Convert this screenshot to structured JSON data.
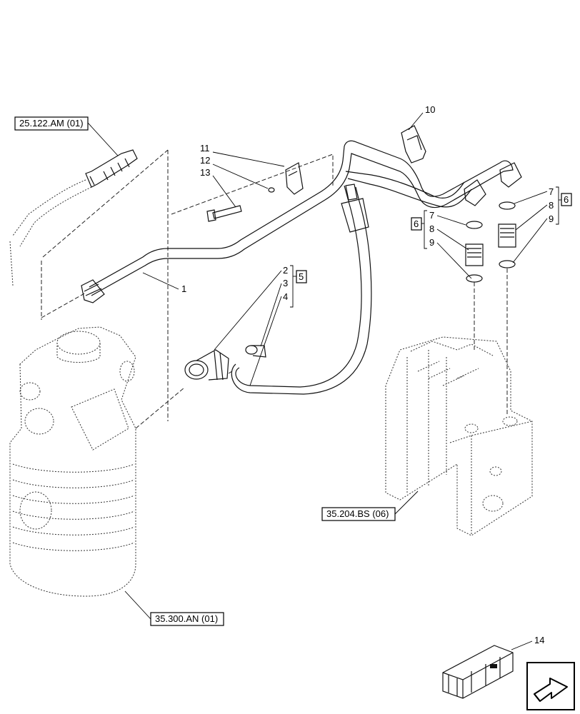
{
  "references": [
    {
      "id": "ref-top-left",
      "text": "25.122.AM (01)"
    },
    {
      "id": "ref-valve",
      "text": "35.204.BS (06)"
    },
    {
      "id": "ref-filter",
      "text": "35.300.AN (01)"
    }
  ],
  "callouts": [
    {
      "id": "c1",
      "text": "1"
    },
    {
      "id": "c2",
      "text": "2"
    },
    {
      "id": "c3",
      "text": "3"
    },
    {
      "id": "c4",
      "text": "4"
    },
    {
      "id": "c5",
      "text": "5"
    },
    {
      "id": "c6a",
      "text": "6"
    },
    {
      "id": "c6b",
      "text": "6"
    },
    {
      "id": "c7a",
      "text": "7"
    },
    {
      "id": "c8a",
      "text": "8"
    },
    {
      "id": "c9a",
      "text": "9"
    },
    {
      "id": "c7b",
      "text": "7"
    },
    {
      "id": "c8b",
      "text": "8"
    },
    {
      "id": "c9b",
      "text": "9"
    },
    {
      "id": "c10",
      "text": "10"
    },
    {
      "id": "c11",
      "text": "11"
    },
    {
      "id": "c12",
      "text": "12"
    },
    {
      "id": "c13",
      "text": "13"
    },
    {
      "id": "c14",
      "text": "14"
    }
  ],
  "icons": {
    "kit": "crate-icon",
    "nav": "next-page-arrow-icon"
  }
}
